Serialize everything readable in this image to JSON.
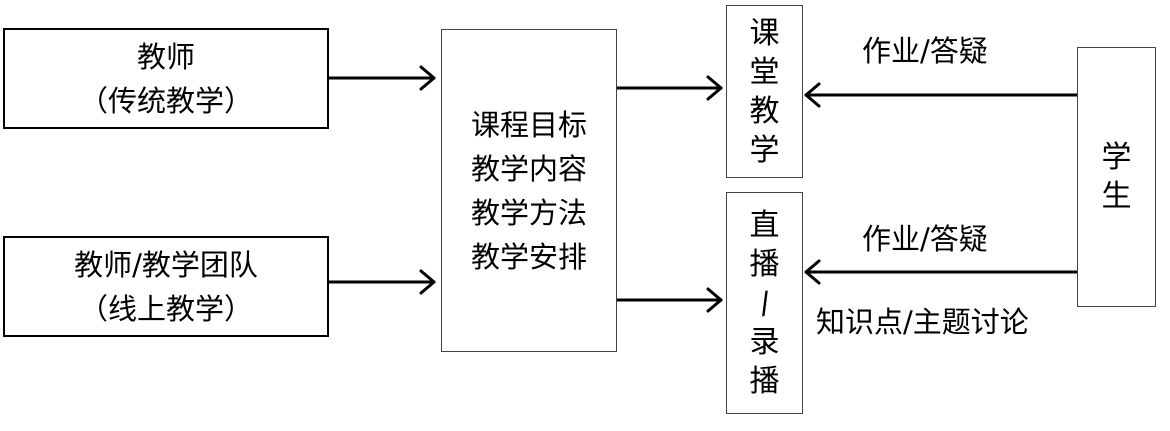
{
  "teacher_traditional": {
    "line1": "教师",
    "line2": "（传统教学）"
  },
  "teacher_online": {
    "line1": "教师/教学团队",
    "line2": "（线上教学）"
  },
  "course": {
    "items": [
      "课程目标",
      "教学内容",
      "教学方法",
      "教学安排"
    ]
  },
  "classroom": {
    "chars": [
      "课",
      "堂",
      "教",
      "学"
    ]
  },
  "live": {
    "chars": [
      "直",
      "播",
      "/",
      "录",
      "播"
    ]
  },
  "student": {
    "chars": [
      "学",
      "生"
    ]
  },
  "labels": {
    "top_arrow": "作业/答疑",
    "bottom_arrow_1": "作业/答疑",
    "bottom_arrow_2": "知识点/主题讨论"
  },
  "colors": {
    "line": "#000000",
    "border": "#000000",
    "background": "#ffffff"
  }
}
